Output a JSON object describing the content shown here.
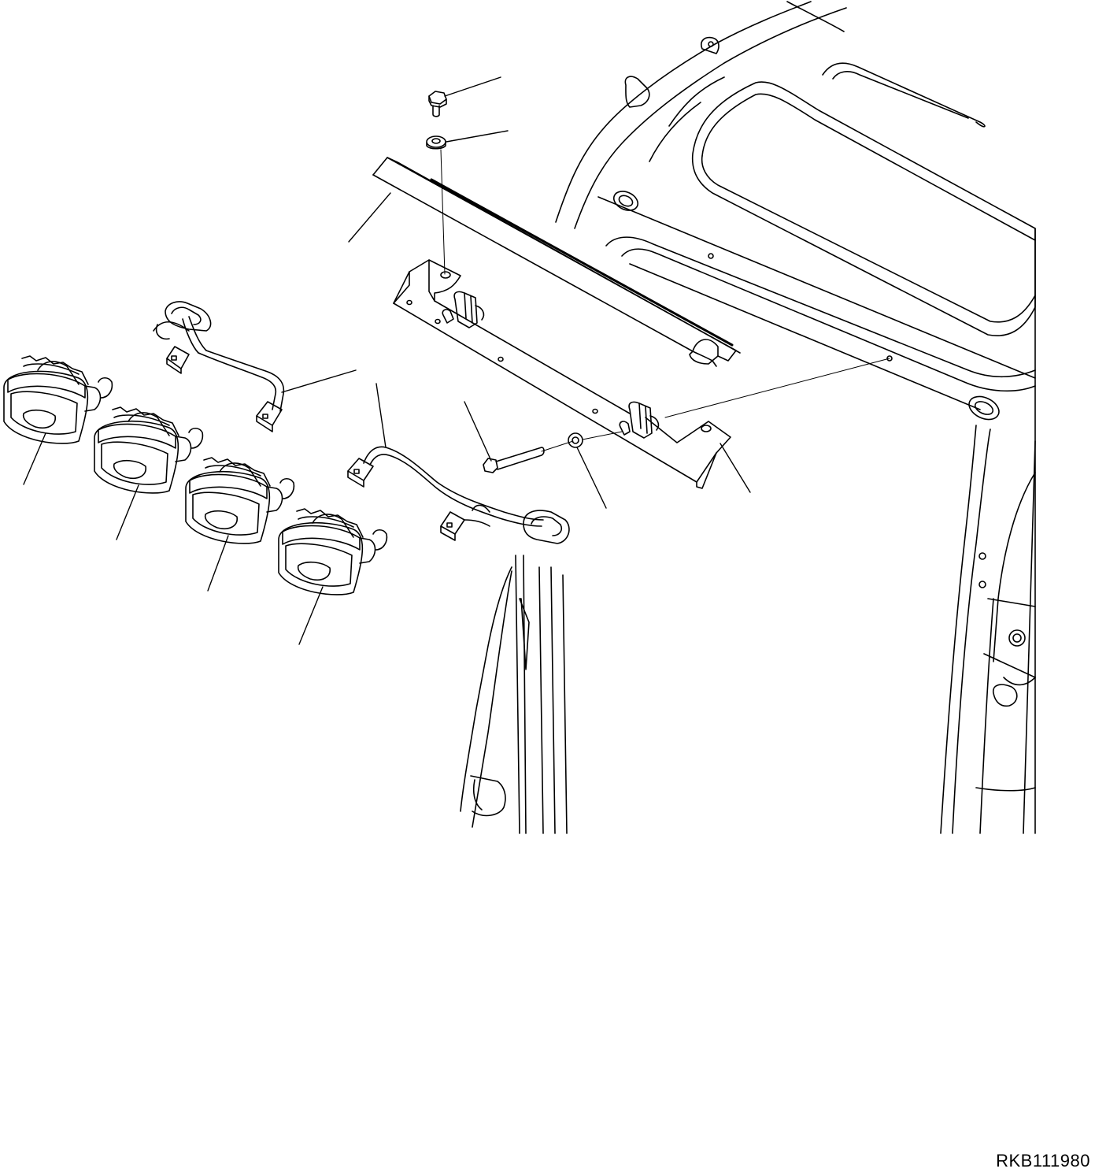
{
  "drawing": {
    "reference_code": "RKB111980",
    "parts": [
      {
        "name": "bolt"
      },
      {
        "name": "washer"
      },
      {
        "name": "cover"
      },
      {
        "name": "bracket"
      },
      {
        "name": "wiring-harness-left"
      },
      {
        "name": "wiring-harness-right"
      },
      {
        "name": "lamp-1"
      },
      {
        "name": "lamp-2"
      },
      {
        "name": "lamp-3"
      },
      {
        "name": "lamp-4"
      },
      {
        "name": "bolt-long"
      },
      {
        "name": "washer-small"
      }
    ],
    "colors": {
      "line": "#000000",
      "background": "#ffffff"
    }
  }
}
